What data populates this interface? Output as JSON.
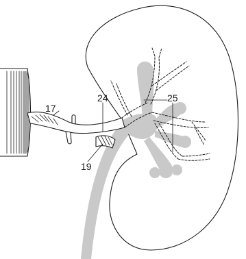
{
  "labels": {
    "artery_main": "17",
    "artery_branch": "19",
    "segment_left": "24",
    "segment_right": "25"
  },
  "colors": {
    "line": "#1a1a1a",
    "pelvis_gray": "#c9c9c9",
    "background": "#ffffff"
  }
}
